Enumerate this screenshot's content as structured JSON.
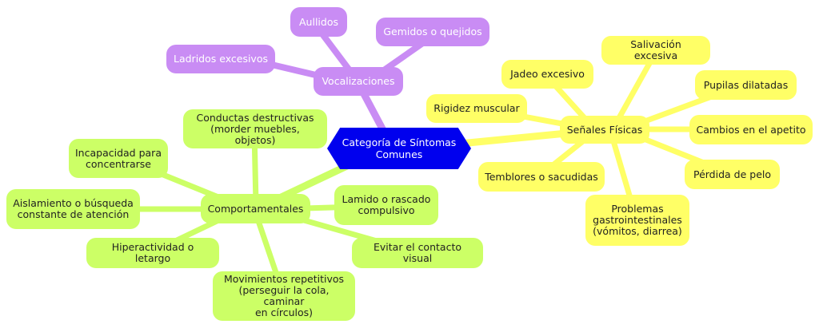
{
  "central": {
    "label": "Categoría de Síntomas\nComunes"
  },
  "branches": {
    "vocalizaciones": {
      "label": "Vocalizaciones",
      "color": "#c98cf4",
      "children": [
        "Aullidos",
        "Gemidos o quejidos",
        "Ladridos excesivos"
      ]
    },
    "senales_fisicas": {
      "label": "Señales Físicas",
      "color": "#ffff66",
      "children": [
        "Jadeo excesivo",
        "Salivación excesiva",
        "Pupilas dilatadas",
        "Rigidez muscular",
        "Cambios en el apetito",
        "Pérdida de pelo",
        "Temblores o sacudidas",
        "Problemas\ngastrointestinales\n(vómitos, diarrea)"
      ]
    },
    "comportamentales": {
      "label": "Comportamentales",
      "color": "#ccff66",
      "children": [
        "Conductas destructivas\n(morder muebles, objetos)",
        "Incapacidad para\nconcentrarse",
        "Aislamiento o búsqueda\nconstante de atención",
        "Hiperactividad o letargo",
        "Movimientos repetitivos\n(perseguir la cola, caminar\nen círculos)",
        "Lamido o rascado\ncompulsivo",
        "Evitar el contacto visual"
      ]
    }
  },
  "colors": {
    "central": "#0000ee",
    "vocalizaciones": "#c98cf4",
    "senales_fisicas": "#ffff66",
    "comportamentales": "#ccff66"
  }
}
